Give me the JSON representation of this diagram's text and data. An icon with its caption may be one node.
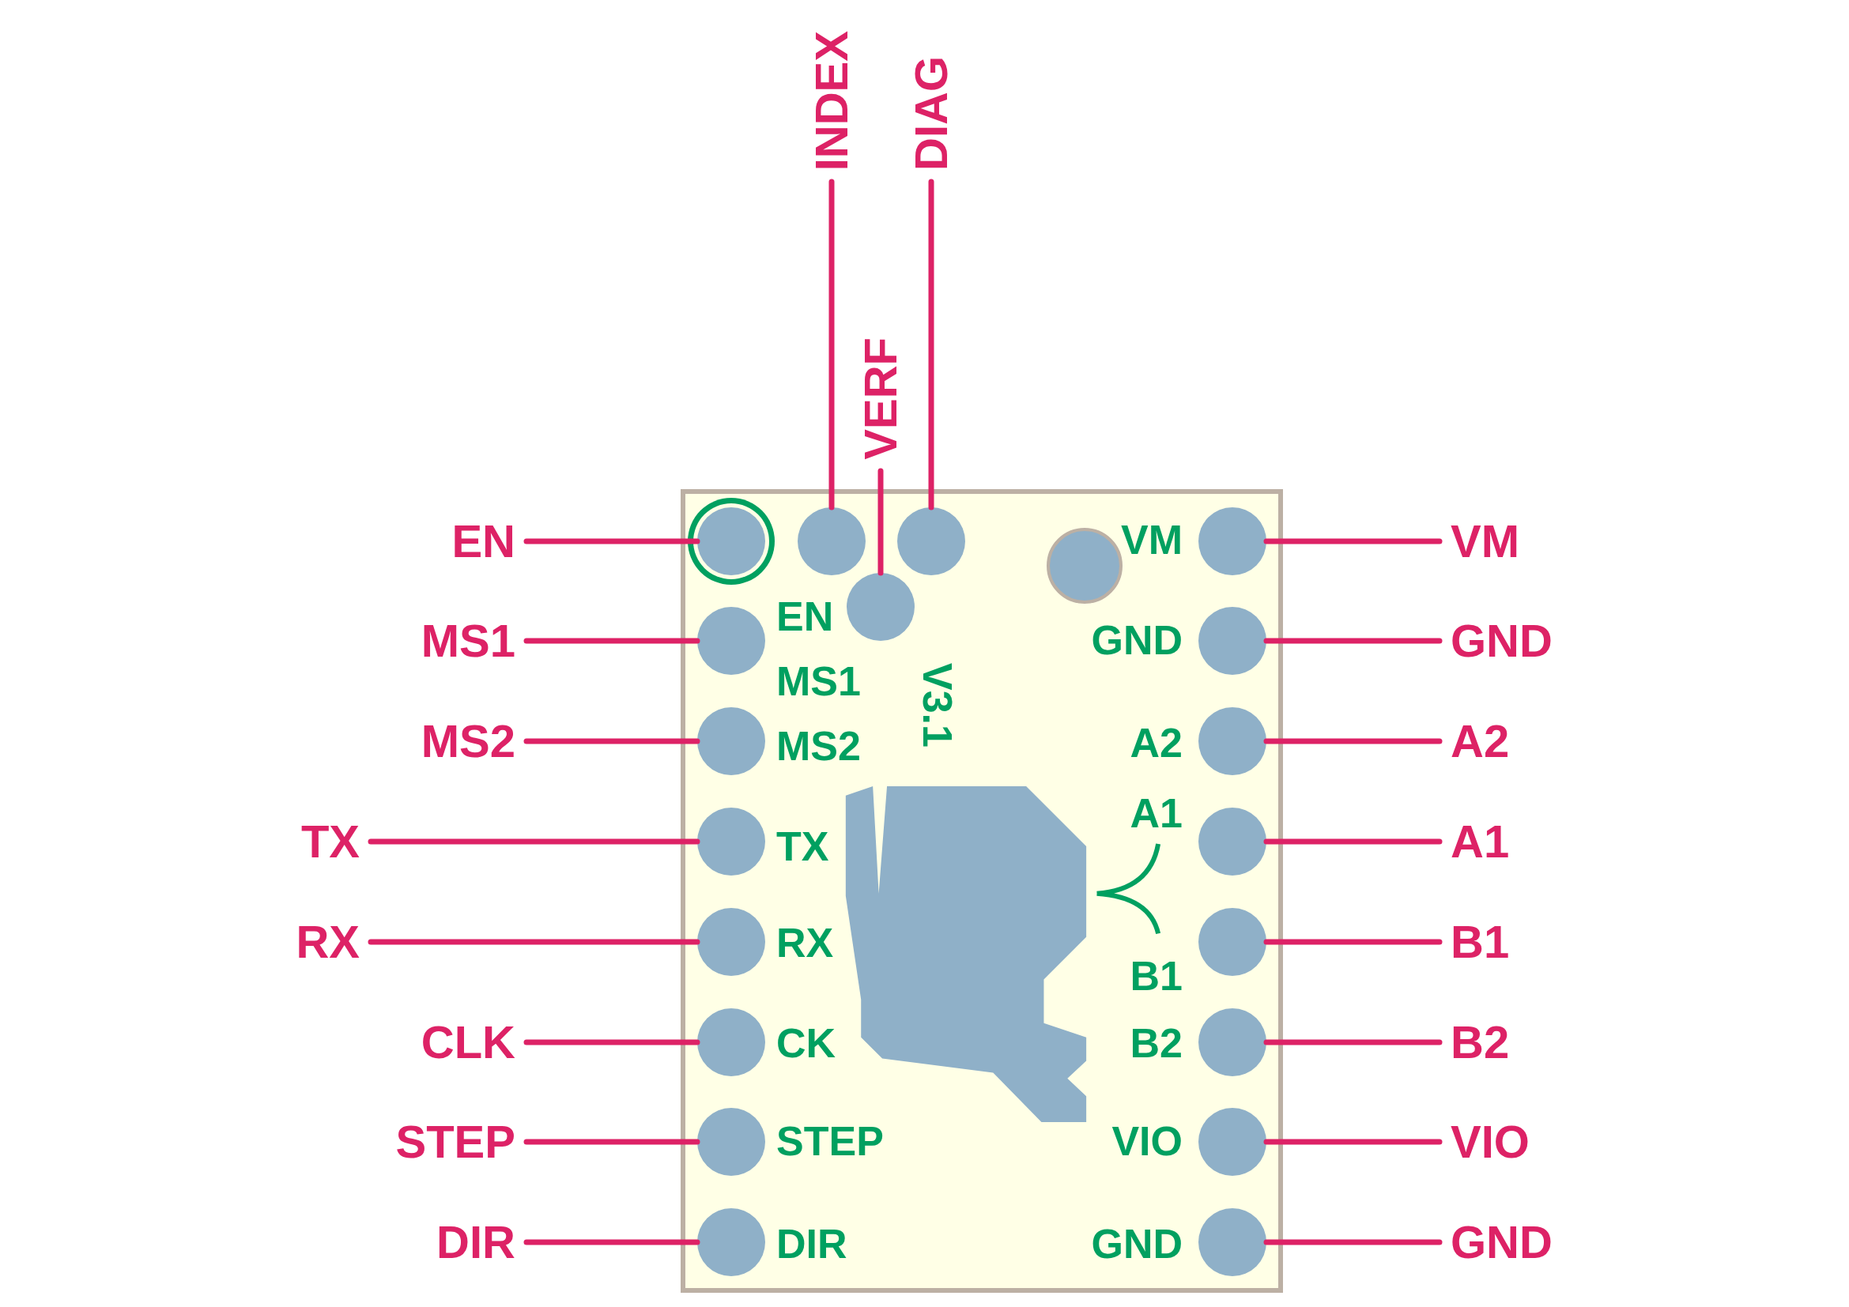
{
  "diagram": {
    "nodes": [
      {
        "text": [
          "VM",
          "EN",
          "GND",
          "MS1",
          "A2",
          "MS2",
          "V3.1",
          "A1",
          "TX",
          "RX",
          "B1",
          "CK",
          "B2",
          "STEP",
          "VIO",
          "DIR",
          "GND"
        ]
      },
      {
        "text": [
          "INDEX"
        ]
      },
      {
        "text": [
          "DIAG"
        ]
      },
      {
        "text": [
          "VERF"
        ]
      },
      {
        "text": [
          "EN"
        ]
      },
      {
        "text": [
          "VM"
        ]
      },
      {
        "text": [
          "MS1"
        ]
      },
      {
        "text": [
          "GND"
        ]
      },
      {
        "text": [
          "MS2"
        ]
      },
      {
        "text": [
          "A2"
        ]
      },
      {
        "text": [
          "TX"
        ]
      },
      {
        "text": [
          "A1"
        ]
      },
      {
        "text": [
          "RX"
        ]
      },
      {
        "text": [
          "B1"
        ]
      },
      {
        "text": [
          "CLK"
        ]
      },
      {
        "text": [
          "B2"
        ]
      },
      {
        "text": [
          "STEP"
        ]
      },
      {
        "text": [
          "VIO"
        ]
      },
      {
        "text": [
          "DIR"
        ]
      },
      {
        "text": [
          "GND"
        ]
      },
      {
        "text": [],
        "shape": "circle",
        "in": 0
      },
      {
        "text": [],
        "shape": "circle",
        "in": 0
      },
      {
        "text": [],
        "shape": "circle",
        "in": 0
      },
      {
        "text": [],
        "shape": "circle",
        "in": 0
      },
      {
        "text": [],
        "shape": "circle",
        "in": 0
      },
      {
        "text": [],
        "shape": "circle",
        "in": 0
      },
      {
        "text": [],
        "shape": "circle",
        "in": 0
      },
      {
        "text": [],
        "shape": "circle",
        "in": 0
      },
      {
        "text": [],
        "shape": "circle",
        "in": 0
      },
      {
        "text": [],
        "shape": "circle",
        "in": 0
      },
      {
        "text": [],
        "shape": "circle",
        "in": 0
      },
      {
        "text": [],
        "shape": "circle",
        "in": 0
      },
      {
        "text": [],
        "shape": "circle",
        "in": 0
      },
      {
        "text": [],
        "shape": "circle",
        "in": 0
      },
      {
        "text": [],
        "shape": "circle",
        "in": 0
      },
      {
        "text": [],
        "shape": "circle",
        "in": 0
      },
      {
        "text": [],
        "shape": "circle",
        "in": 0
      },
      {
        "text": [],
        "shape": "circle",
        "in": 0
      },
      {
        "text": [],
        "shape": "circle",
        "in": 0
      },
      {
        "text": [],
        "shape": "circle",
        "in": 0
      }
    ],
    "edges": [
      {
        "from": 1,
        "to": 21,
        "arrow": "none"
      },
      {
        "from": 2,
        "to": 22,
        "arrow": "none"
      },
      {
        "from": 3,
        "to": 23,
        "arrow": "none"
      },
      {
        "from": 4,
        "to": 20,
        "arrow": "none"
      },
      {
        "from": 5,
        "to": 24,
        "arrow": "none"
      },
      {
        "from": 6,
        "to": 25,
        "arrow": "none"
      },
      {
        "from": 7,
        "to": 26,
        "arrow": "none"
      },
      {
        "from": 8,
        "to": 27,
        "arrow": "none"
      },
      {
        "from": 9,
        "to": 28,
        "arrow": "none"
      },
      {
        "from": 10,
        "to": 29,
        "arrow": "none"
      },
      {
        "from": 11,
        "to": 30,
        "arrow": "none"
      },
      {
        "from": 12,
        "to": 31,
        "arrow": "none"
      },
      {
        "from": 13,
        "to": 32,
        "arrow": "none"
      },
      {
        "from": 14,
        "to": 33,
        "arrow": "none"
      },
      {
        "from": 15,
        "to": 34,
        "arrow": "none"
      },
      {
        "from": 16,
        "to": 35,
        "arrow": "none"
      },
      {
        "from": 17,
        "to": 36,
        "arrow": "none"
      },
      {
        "from": 18,
        "to": 37,
        "arrow": "none"
      },
      {
        "from": 19,
        "to": 38,
        "arrow": "none"
      }
    ]
  }
}
